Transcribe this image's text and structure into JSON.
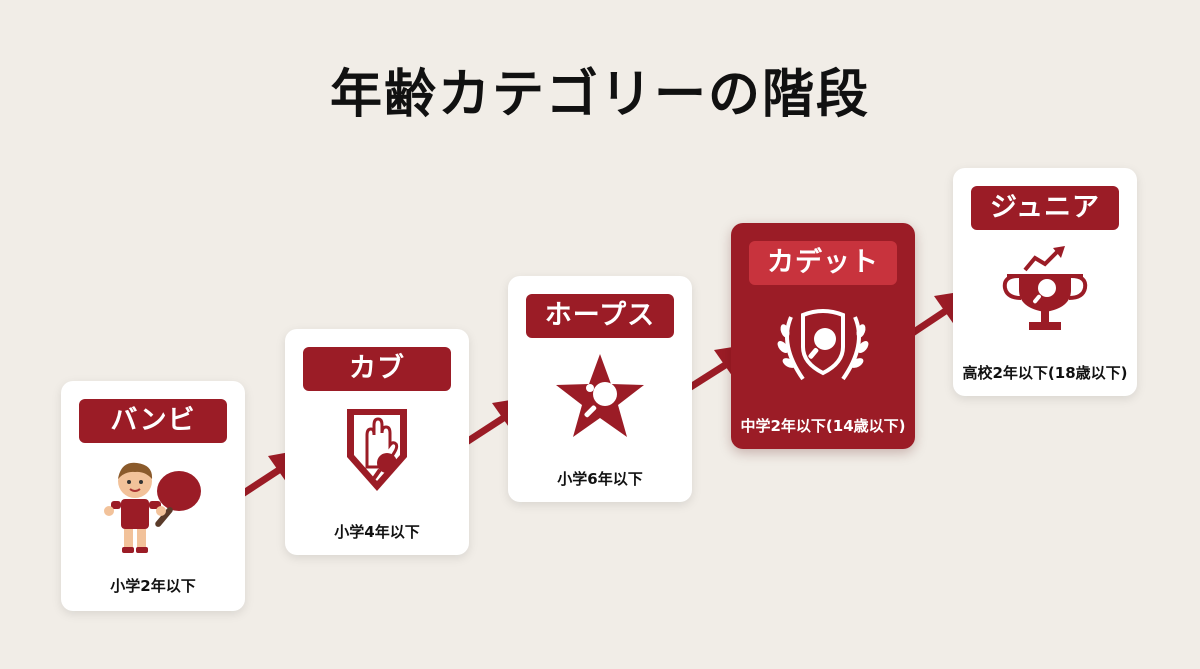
{
  "title": "年齢カテゴリーの階段",
  "colors": {
    "accent": "#9b1c26",
    "accent_light": "#c8333d",
    "background": "#f1ede7"
  },
  "steps": [
    {
      "name": "バンビ",
      "age_limit": "小学2年以下",
      "icon": "child-with-paddle-icon"
    },
    {
      "name": "カブ",
      "age_limit": "小学4年以下",
      "icon": "hand-shield-paddle-icon"
    },
    {
      "name": "ホープス",
      "age_limit": "小学6年以下",
      "icon": "star-paddle-icon"
    },
    {
      "name": "カデット",
      "age_limit": "中学2年以下(14歳以下)",
      "icon": "laurel-shield-paddle-icon",
      "highlighted": true
    },
    {
      "name": "ジュニア",
      "age_limit": "高校2年以下(18歳以下)",
      "icon": "trophy-rising-arrow-icon"
    }
  ]
}
